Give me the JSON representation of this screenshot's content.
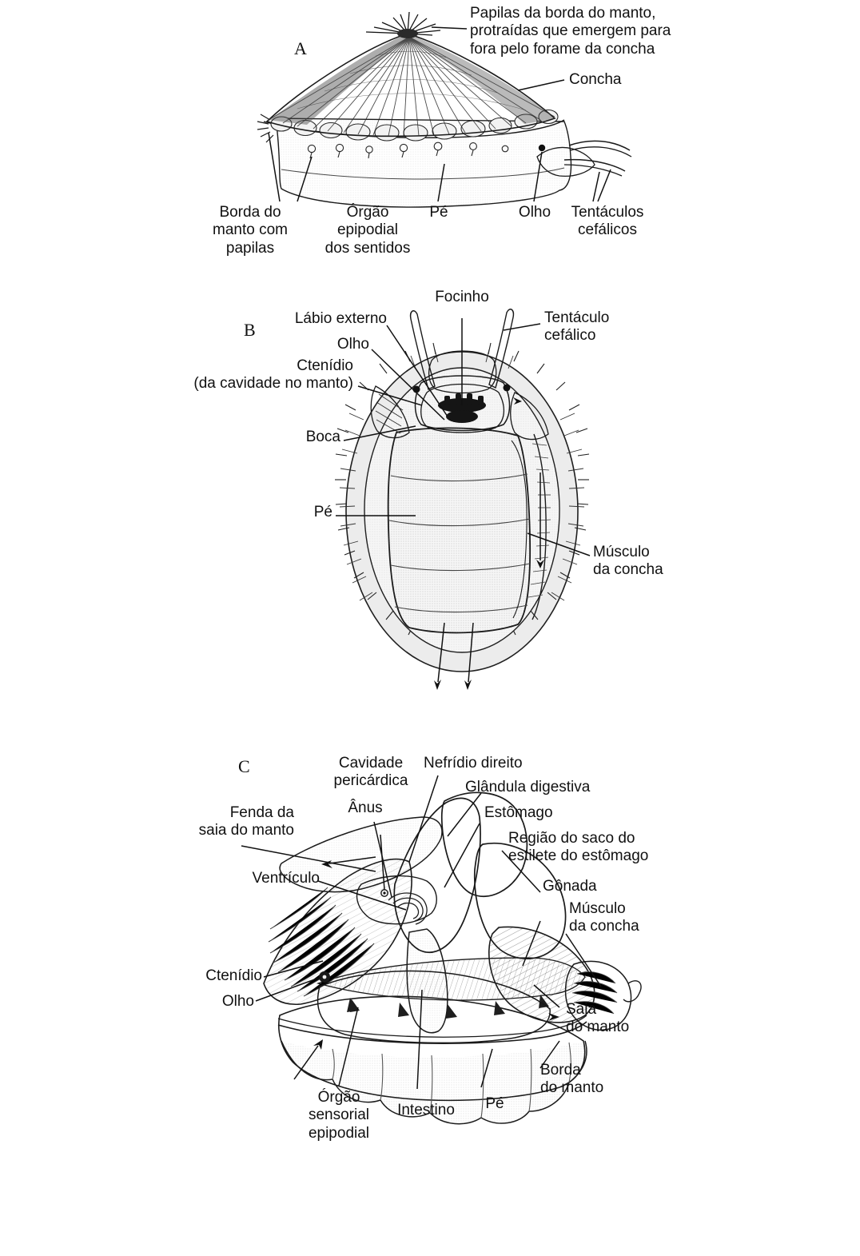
{
  "figure": {
    "subject": "Fissurella (lapa-de-buraco) — anatomia",
    "language": "pt-BR"
  },
  "panels": [
    {
      "letter": "A",
      "view": "vista lateral do animal inteiro com a concha",
      "labels": [
        {
          "id": "papilas-manto",
          "text": "Papilas da borda do manto,\nprotraídas que emergem para\nfora pelo forame da concha"
        },
        {
          "id": "concha",
          "text": "Concha"
        },
        {
          "id": "borda-manto-papilas",
          "text": "Borda do\nmanto com\npapilas"
        },
        {
          "id": "orgao-epipodial",
          "text": "Órgão\nepipodial\ndos sentidos"
        },
        {
          "id": "pe",
          "text": "Pé"
        },
        {
          "id": "olho",
          "text": "Olho"
        },
        {
          "id": "tentaculos-cefalicos",
          "text": "Tentáculos\ncefálicos"
        }
      ]
    },
    {
      "letter": "B",
      "view": "vista ventral com a cavidade do manto",
      "labels": [
        {
          "id": "focinho",
          "text": "Focinho"
        },
        {
          "id": "labio-externo",
          "text": "Lábio externo"
        },
        {
          "id": "olho",
          "text": "Olho"
        },
        {
          "id": "ctenidio",
          "text": "Ctenídio\n(da cavidade no manto)"
        },
        {
          "id": "boca",
          "text": "Boca"
        },
        {
          "id": "pe",
          "text": "Pé"
        },
        {
          "id": "tentaculo-cefalico",
          "text": "Tentáculo\ncefálico"
        },
        {
          "id": "musculo-concha",
          "text": "Músculo\nda concha"
        }
      ]
    },
    {
      "letter": "C",
      "view": "dissecção mostrando órgãos internos",
      "labels": [
        {
          "id": "cavidade-pericardica",
          "text": "Cavidade\npericárdica"
        },
        {
          "id": "nefridio-direito",
          "text": "Nefrídio direito"
        },
        {
          "id": "glandula-digestiva",
          "text": "Glândula digestiva"
        },
        {
          "id": "anus",
          "text": "Ânus"
        },
        {
          "id": "estomago",
          "text": "Estômago"
        },
        {
          "id": "fenda-saia-manto",
          "text": "Fenda da\nsaia do manto"
        },
        {
          "id": "regiao-saco-estilete",
          "text": "Região do saco do\nestilete do estômago"
        },
        {
          "id": "ventriculo",
          "text": "Ventrículo"
        },
        {
          "id": "gonada",
          "text": "Gônada"
        },
        {
          "id": "musculo-concha",
          "text": "Músculo\nda concha"
        },
        {
          "id": "ctenidio",
          "text": "Ctenídio"
        },
        {
          "id": "olho",
          "text": "Olho"
        },
        {
          "id": "saia-manto",
          "text": "Saia\ndo manto"
        },
        {
          "id": "borda-manto",
          "text": "Borda\ndo manto"
        },
        {
          "id": "orgao-sensorial-epipodial",
          "text": "Órgão\nsensorial\nepipodial"
        },
        {
          "id": "intestino",
          "text": "Intestino"
        },
        {
          "id": "pe",
          "text": "Pé"
        }
      ]
    }
  ],
  "colors": {
    "ink": "#1a1a1a",
    "paper": "#ffffff",
    "shade_light": "#d8d8d8",
    "shade_mid": "#9a9a9a",
    "shade_dark": "#5a5a5a"
  }
}
